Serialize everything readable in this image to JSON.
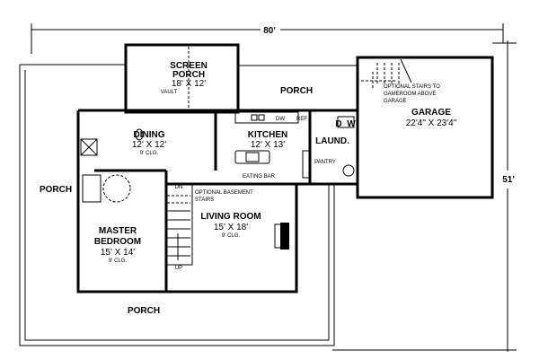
{
  "dimensions": {
    "width": "80'",
    "depth": "51'"
  },
  "rooms": {
    "screen_porch": {
      "name1": "SCREEN",
      "name2": "PORCH",
      "size": "18' X 12'",
      "note": "VAULT"
    },
    "porch_top": {
      "name": "PORCH"
    },
    "porch_left": {
      "name": "PORCH"
    },
    "porch_bottom": {
      "name": "PORCH"
    },
    "dining": {
      "name": "DINING",
      "size": "12' X 12'",
      "ceiling": "9' CLG."
    },
    "kitchen": {
      "name": "KITCHEN",
      "size": "12' X 13'",
      "eating_bar": "EATING BAR",
      "dw": "DW",
      "ref": "REF"
    },
    "laundry": {
      "name": "LAUND.",
      "d": "D",
      "w": "W",
      "pantry": "PANTRY"
    },
    "garage": {
      "name": "GARAGE",
      "size": "22'4\" X 23'4\"",
      "stairs_note": [
        "OPTIONAL STAIRS TO",
        "GAMEROOM ABOVE",
        "GARAGE"
      ]
    },
    "master": {
      "name1": "MASTER",
      "name2": "BEDROOM",
      "size": "15' X 14'",
      "ceiling": "9' CLG."
    },
    "living": {
      "name": "LIVING ROOM",
      "size": "15' X 18'",
      "ceiling": "9' CLG.",
      "basement_note": [
        "OPTIONAL BASEMENT",
        "STAIRS"
      ]
    },
    "stairs": {
      "dn": "DN",
      "up": "UP"
    }
  }
}
